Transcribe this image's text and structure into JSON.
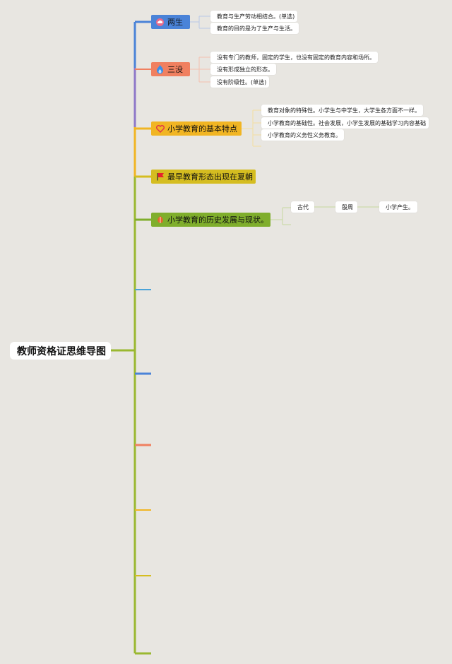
{
  "root": {
    "label": "教师资格证思维导图"
  },
  "branches": [
    {
      "label": "两生",
      "icon": "cloud-icon",
      "color": "#4a83d8",
      "items": [
        "教育与生产劳动相结合。(单选)",
        "教育的目的是为了生产与生活。"
      ]
    },
    {
      "label": "三没",
      "icon": "fire-icon",
      "color": "#f08060",
      "items": [
        "没有专门的教师，固定的学生，也没有固定的教育内容和场所。",
        "没有形成独立的形态。",
        "没有阶级性。(单选)"
      ]
    },
    {
      "label": "小学教育的基本特点",
      "icon": "heart-icon",
      "color": "#f1b523",
      "items": [
        "教育对象的特殊性。小学生与中学生，大学生各方面不一样。",
        "小学教育的基础性。社会发展，小学生发展的基础学习内容基础",
        "小学教育的义务性义务教育。"
      ]
    },
    {
      "label": "最早教育形态出现在夏朝",
      "icon": "flag-icon",
      "color": "#d5bd20",
      "items": []
    },
    {
      "label": "小学教育的历史发展与现状。",
      "icon": "leaf-icon",
      "color": "#7fae2c",
      "items": [
        "古代",
        "殷周",
        "小学产生。"
      ]
    }
  ],
  "colors": {
    "background": "#e8e6e1",
    "trunk": "#9ab830"
  }
}
